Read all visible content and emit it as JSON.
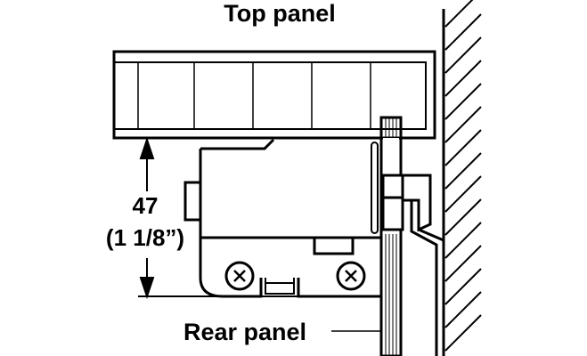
{
  "labels": {
    "top_panel": "Top panel",
    "rear_panel": "Rear panel",
    "dimension_mm": "47",
    "dimension_in": "(1 1/8”)"
  },
  "colors": {
    "line": "#000000",
    "background": "#ffffff"
  }
}
